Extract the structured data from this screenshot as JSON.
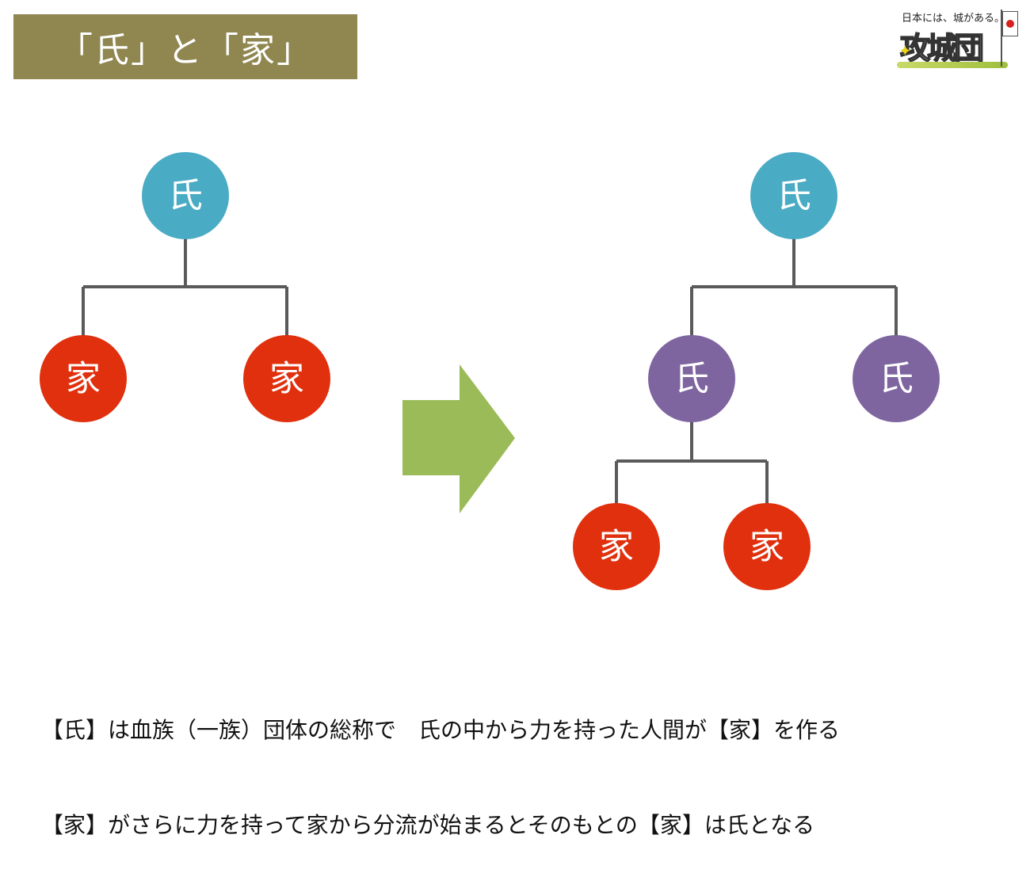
{
  "title": "「氏」と「家」",
  "logo": {
    "tagline": "日本には、城がある。",
    "mark_text": "攻城団",
    "icons": [
      "sparkle-icon",
      "flag-icon",
      "sword-icon"
    ]
  },
  "colors": {
    "banner": "#8f8650",
    "clan_root": "#4aabc5",
    "clan_branch": "#7e65a0",
    "house": "#e0300e",
    "connector": "#5a5a5a",
    "arrow": "#9bbb59"
  },
  "diagram": {
    "before": {
      "root": {
        "label": "氏",
        "kind": "clan_root"
      },
      "children": [
        {
          "label": "家",
          "kind": "house"
        },
        {
          "label": "家",
          "kind": "house"
        }
      ]
    },
    "arrow_icon": "right-arrow-icon",
    "after": {
      "root": {
        "label": "氏",
        "kind": "clan_root"
      },
      "children": [
        {
          "label": "氏",
          "kind": "clan_branch",
          "children": [
            {
              "label": "家",
              "kind": "house"
            },
            {
              "label": "家",
              "kind": "house"
            }
          ]
        },
        {
          "label": "氏",
          "kind": "clan_branch"
        }
      ]
    }
  },
  "caption": {
    "line1": "【氏】は血族（一族）団体の総称で　氏の中から力を持った人間が【家】を作る",
    "line2": "【家】がさらに力を持って家から分流が始まるとそのもとの【家】は氏となる"
  }
}
